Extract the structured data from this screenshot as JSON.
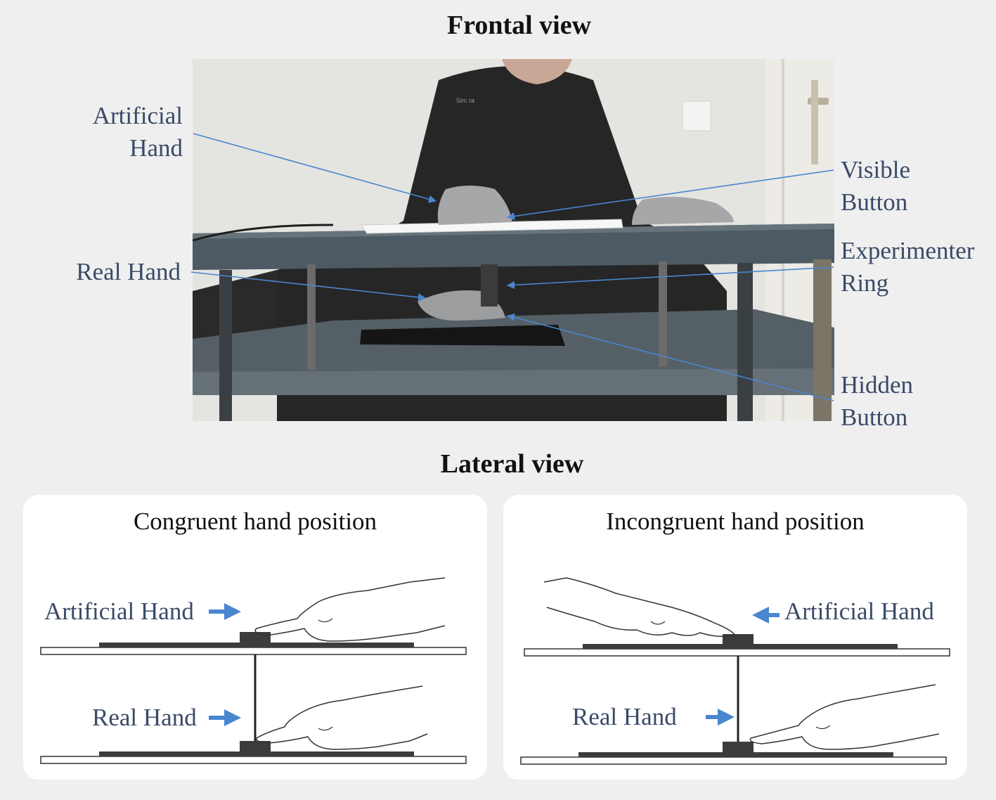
{
  "frontal": {
    "title": "Frontal view",
    "labels": {
      "artificial_hand_1": "Artificial",
      "artificial_hand_2": "Hand",
      "real_hand": "Real Hand",
      "visible_button_1": "Visible",
      "visible_button_2": "Button",
      "experimenter_ring_1": "Experimenter",
      "experimenter_ring_2": "Ring",
      "hidden_button_1": "Hidden",
      "hidden_button_2": "Button"
    },
    "photo_text": "Sirc ra"
  },
  "lateral": {
    "title": "Lateral view",
    "congruent": {
      "title": "Congruent hand position",
      "artificial_hand": "Artificial Hand",
      "real_hand": "Real Hand"
    },
    "incongruent": {
      "title": "Incongruent hand position",
      "artificial_hand": "Artificial Hand",
      "real_hand": "Real Hand"
    }
  },
  "colors": {
    "label_text": "#3a4a68",
    "arrow": "#4a86d0",
    "background": "#efefef",
    "panel": "#ffffff"
  }
}
